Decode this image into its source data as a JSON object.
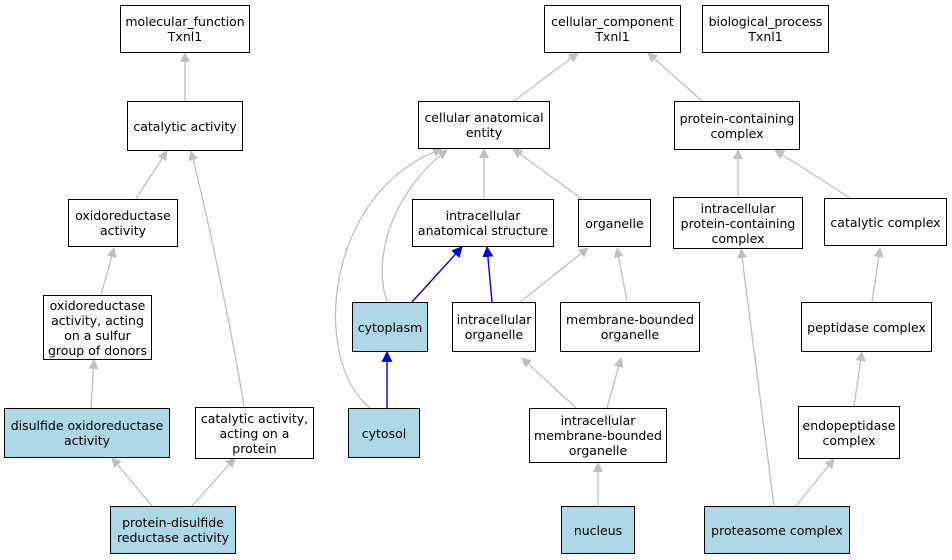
{
  "colors": {
    "highlight_fill": "#add8e6",
    "edge_default": "#bfbfbf",
    "edge_highlight": "#0000ee",
    "border": "#000000"
  },
  "nodes": {
    "molecular_function": "molecular_function\nTxnl1",
    "cellular_component": "cellular_component\nTxnl1",
    "biological_process": "biological_process\nTxnl1",
    "catalytic_activity": "catalytic activity",
    "cellular_anatomical_entity": "cellular anatomical\nentity",
    "protein_containing_complex": "protein-containing\ncomplex",
    "oxidoreductase_activity": "oxidoreductase\nactivity",
    "intracellular_anatomical_structure": "intracellular\nanatomical structure",
    "organelle": "organelle",
    "intracellular_protein_containing_complex": "intracellular\nprotein-containing\ncomplex",
    "catalytic_complex": "catalytic complex",
    "oxidoreductase_sulfur": "oxidoreductase\nactivity, acting\non a sulfur\ngroup of donors",
    "cytoplasm": "cytoplasm",
    "intracellular_organelle": "intracellular\norganelle",
    "membrane_bounded_organelle": "membrane-bounded\norganelle",
    "peptidase_complex": "peptidase complex",
    "disulfide_oxidoreductase_activity": "disulfide oxidoreductase\nactivity",
    "catalytic_activity_on_protein": "catalytic activity,\nacting on a\nprotein",
    "cytosol": "cytosol",
    "intracellular_membrane_bounded_organelle": "intracellular\nmembrane-bounded\norganelle",
    "endopeptidase_complex": "endopeptidase\ncomplex",
    "protein_disulfide_reductase_activity": "protein-disulfide\nreductase activity",
    "nucleus": "nucleus",
    "proteasome_complex": "proteasome complex"
  }
}
